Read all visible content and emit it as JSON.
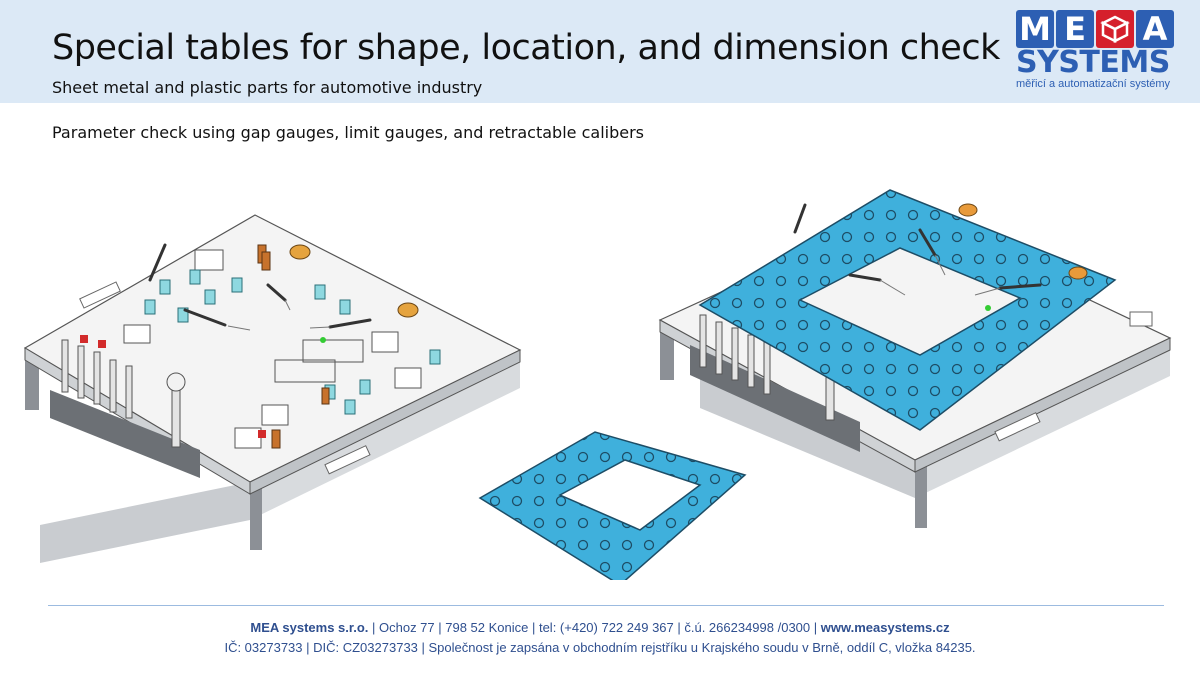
{
  "header": {
    "title": "Special tables for shape, location, and dimension check",
    "subtitle": "Sheet metal and plastic parts for automotive industry"
  },
  "logo": {
    "letters": [
      "M",
      "E",
      "A"
    ],
    "word": "SYSTEMS",
    "tagline": "měřicí a automatizační systémy"
  },
  "intro": "Parameter check using gap gauges, limit gauges, and retractable calibers",
  "footer": {
    "company": "MEA systems s.r.o.",
    "address": " | Ochoz 77 | 798 52 Konice | tel: (+420) 722 249 367 | č.ú. 266234998 /0300 | ",
    "website": "www.measystems.cz",
    "line2": "IČ: 03273733 | DIČ: CZ03273733 | Společnost je zapsána v obchodním rejstříku u Krajského soudu v Brně, oddíl C, vložka 84235."
  },
  "colors": {
    "header_bg": "#dce9f6",
    "brand_red": "#d5202c",
    "brand_blue": "#2d5fb3",
    "part_blue": "#3fb0dc"
  }
}
